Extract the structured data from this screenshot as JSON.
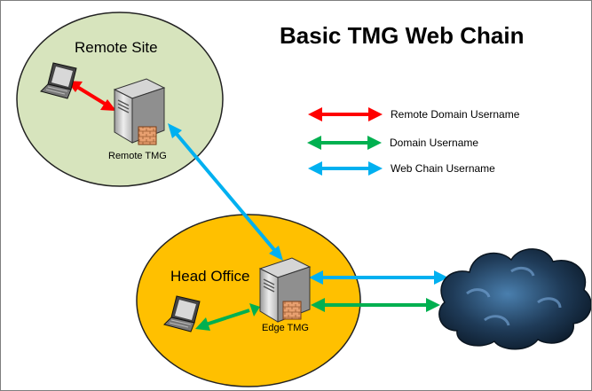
{
  "title": "Basic TMG Web Chain",
  "sites": {
    "remote": {
      "label": "Remote Site",
      "server_label": "Remote TMG"
    },
    "head": {
      "label": "Head Office",
      "server_label": "Edge TMG"
    }
  },
  "legend": [
    {
      "label": "Remote Domain Username",
      "color": "#ff0000",
      "icon": "double-arrow-icon"
    },
    {
      "label": "Domain Username",
      "color": "#00b050",
      "icon": "double-arrow-icon"
    },
    {
      "label": "Web Chain Username",
      "color": "#00b0f0",
      "icon": "double-arrow-icon"
    }
  ],
  "colors": {
    "remote_site_fill": "#d7e4bd",
    "head_office_fill": "#ffc000",
    "outline": "#222222",
    "cloud_fill": "#1f3b58"
  },
  "icons": [
    "laptop-icon",
    "server-icon",
    "firewall-icon",
    "internet-cloud-icon"
  ]
}
